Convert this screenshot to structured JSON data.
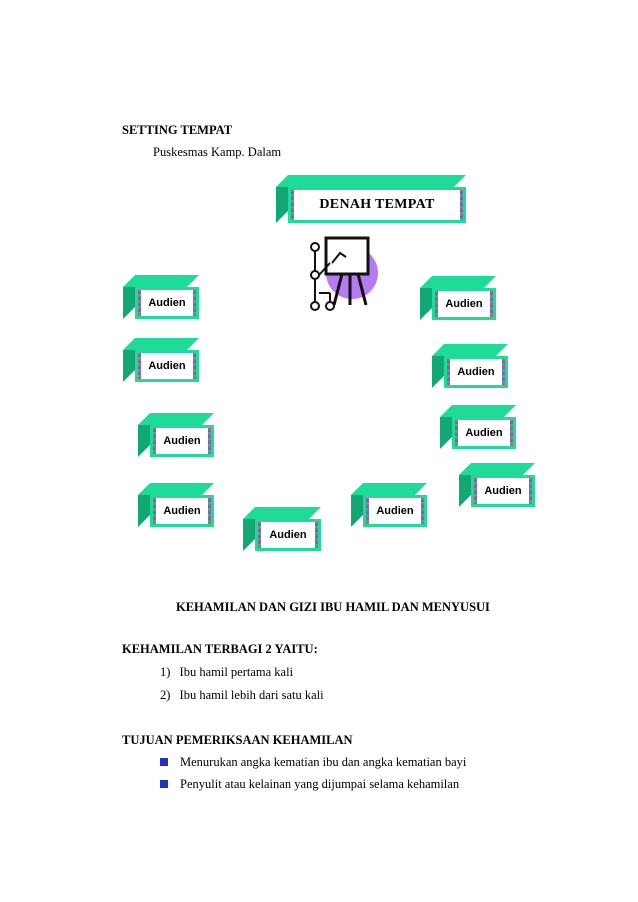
{
  "setting": {
    "heading": "SETTING TEMPAT",
    "location": "Puskesmas Kamp. Dalam"
  },
  "diagram": {
    "title_box": "DENAH TEMPAT",
    "audience_label": "Audien"
  },
  "section_title": "KEHAMILAN DAN GIZI IBU HAMIL DAN MENYUSUI",
  "pregnancy": {
    "heading": "KEHAMILAN TERBAGI 2 YAITU:",
    "items": [
      {
        "num": "1)",
        "text": "Ibu hamil pertama kali"
      },
      {
        "num": "2)",
        "text": "Ibu hamil lebih dari satu kali"
      }
    ]
  },
  "purpose": {
    "heading": "TUJUAN PEMERIKSAAN KEHAMILAN",
    "items": [
      "Menurukan angka kematian ibu dan angka kematian bayi",
      "Penyulit atau kelainan yang dijumpai selama kehamilan"
    ]
  },
  "colors": {
    "box_green": "#1edb97",
    "bullet_blue": "#2233bb",
    "presenter_purple": "#b57bf0"
  },
  "icons": {
    "presenter": "presenter-board-icon"
  }
}
